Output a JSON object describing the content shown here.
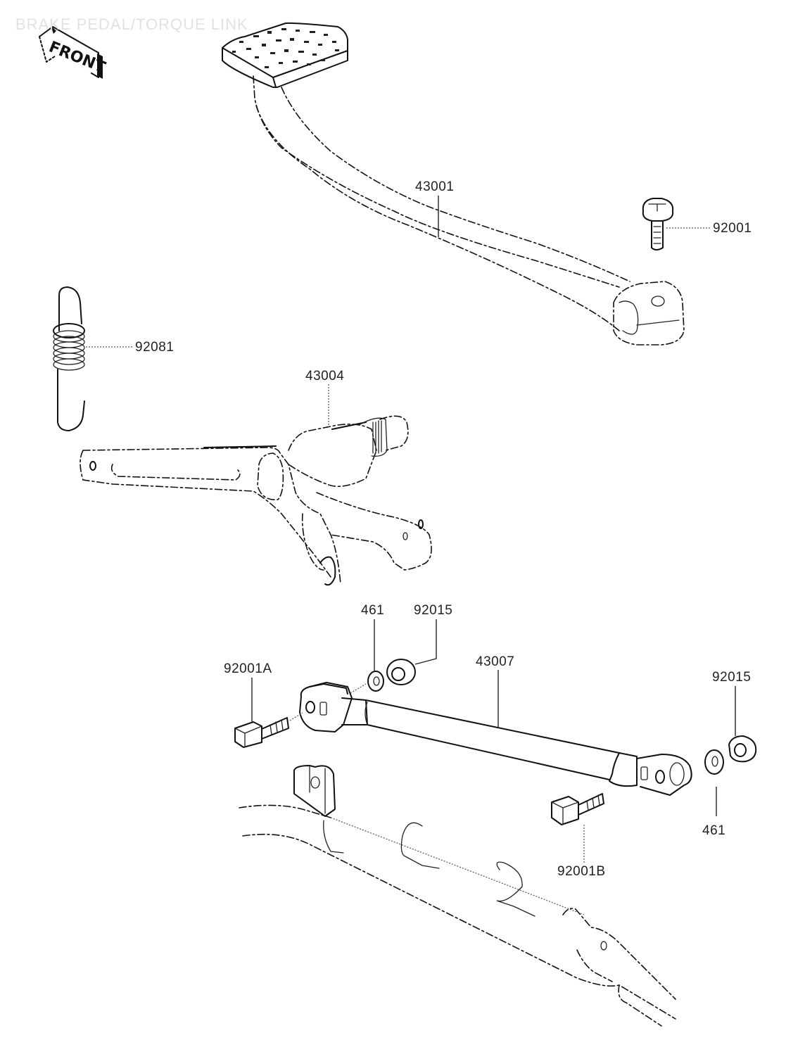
{
  "title": "BRAKE PEDAL/TORQUE LINK",
  "front_marker": "FRONT",
  "parts": [
    {
      "id": "brake-pedal",
      "label": "43001"
    },
    {
      "id": "pedal-bolt",
      "label": "92001"
    },
    {
      "id": "return-spring",
      "label": "92081"
    },
    {
      "id": "brake-lever",
      "label": "43004"
    },
    {
      "id": "washer-front",
      "label": "461"
    },
    {
      "id": "nut-front",
      "label": "92015"
    },
    {
      "id": "bolt-front",
      "label": "92001A"
    },
    {
      "id": "torque-link",
      "label": "43007"
    },
    {
      "id": "nut-rear",
      "label": "92015"
    },
    {
      "id": "washer-rear",
      "label": "461"
    },
    {
      "id": "bolt-rear",
      "label": "92001B"
    }
  ],
  "colors": {
    "ink": "#111111",
    "title": "#e2e2e2",
    "background": "#ffffff"
  }
}
